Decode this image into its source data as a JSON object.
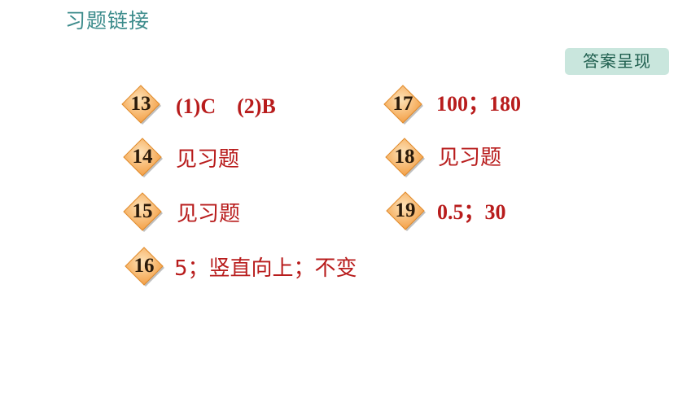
{
  "header": {
    "title": "习题链接"
  },
  "answer_button": {
    "label": "答案呈现"
  },
  "items": [
    {
      "number": "13",
      "answer": "(1)C　(2)B"
    },
    {
      "number": "14",
      "answer": "见习题"
    },
    {
      "number": "15",
      "answer": "见习题"
    },
    {
      "number": "16",
      "answer": "5；竖直向上；不变"
    },
    {
      "number": "17",
      "answer": "100；180"
    },
    {
      "number": "18",
      "answer": "见习题"
    },
    {
      "number": "19",
      "answer": "0.5；30"
    }
  ],
  "colors": {
    "title": "#3d8c8c",
    "button_bg": "#c9e6dd",
    "answer_text": "#b81c1c",
    "badge_fill": "#f4a24a",
    "badge_highlight": "#fde2b8"
  }
}
